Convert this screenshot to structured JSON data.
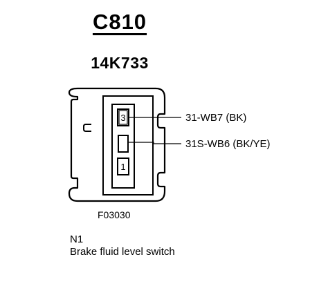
{
  "connector": {
    "id": "C810",
    "part_number": "14K733"
  },
  "pins": [
    {
      "number": "3",
      "circuit": "31-WB7 (BK)"
    },
    {
      "number": "",
      "circuit": "31S-WB6 (BK/YE)"
    },
    {
      "number": "1",
      "circuit": ""
    }
  ],
  "figure_code": "F03030",
  "component": {
    "ref": "N1",
    "description": "Brake fluid level switch"
  }
}
